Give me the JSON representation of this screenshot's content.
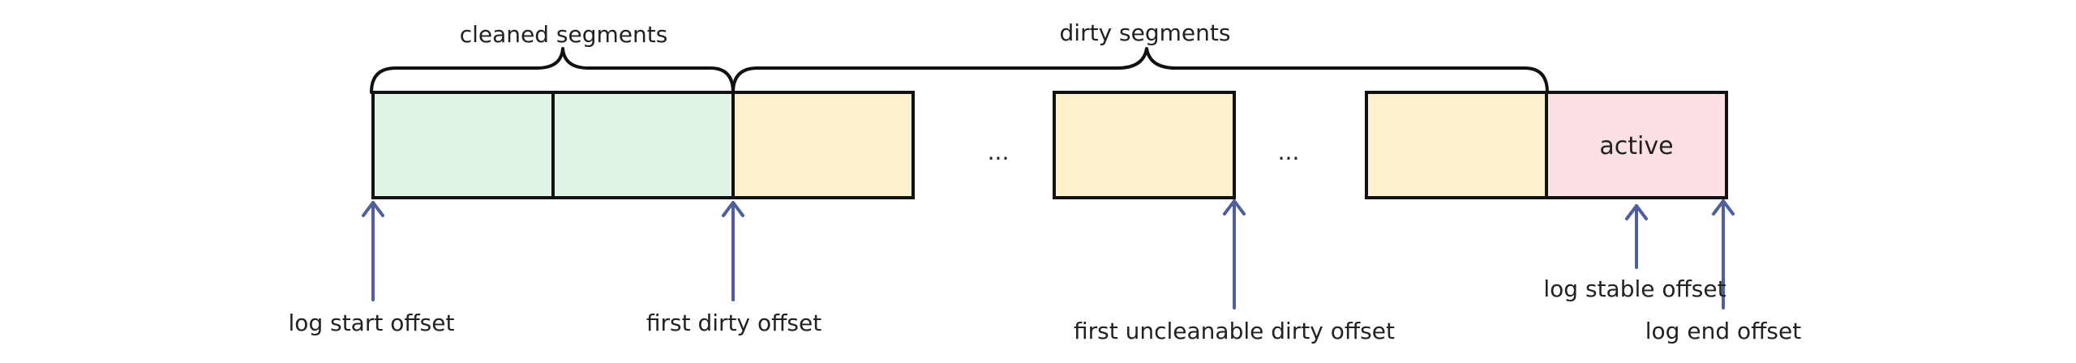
{
  "colors": {
    "cleaned": "#dff5e6",
    "dirty": "#fdf0cc",
    "active": "#fde0e4",
    "outline": "#111111",
    "arrow": "#4e5f9c",
    "text": "#222222"
  },
  "braces": {
    "cleaned": "cleaned segments",
    "dirty": "dirty segments"
  },
  "segments": [
    {
      "kind": "cleaned",
      "label": ""
    },
    {
      "kind": "cleaned",
      "label": ""
    },
    {
      "kind": "dirty",
      "label": ""
    },
    {
      "kind": "ellipsis",
      "label": "..."
    },
    {
      "kind": "dirty",
      "label": ""
    },
    {
      "kind": "ellipsis",
      "label": "..."
    },
    {
      "kind": "dirty",
      "label": ""
    },
    {
      "kind": "active",
      "label": "active"
    }
  ],
  "pointers": {
    "log_start": "log start offset",
    "first_dirty": "first dirty offset",
    "first_uncleanable": "first uncleanable dirty offset",
    "log_stable": "log stable offset",
    "log_end": "log end offset"
  }
}
